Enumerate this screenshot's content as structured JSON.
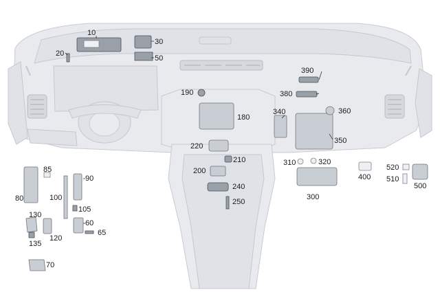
{
  "parts": [
    {
      "id": "p10",
      "label": "10"
    },
    {
      "id": "p20",
      "label": "20"
    },
    {
      "id": "p30",
      "label": "30"
    },
    {
      "id": "p50",
      "label": "50"
    },
    {
      "id": "p60",
      "label": "60"
    },
    {
      "id": "p65",
      "label": "65"
    },
    {
      "id": "p70",
      "label": "70"
    },
    {
      "id": "p80",
      "label": "80"
    },
    {
      "id": "p85",
      "label": "85"
    },
    {
      "id": "p90",
      "label": "90"
    },
    {
      "id": "p100",
      "label": "100"
    },
    {
      "id": "p105",
      "label": "105"
    },
    {
      "id": "p120",
      "label": "120"
    },
    {
      "id": "p130",
      "label": "130"
    },
    {
      "id": "p135",
      "label": "135"
    },
    {
      "id": "p180",
      "label": "180"
    },
    {
      "id": "p190",
      "label": "190"
    },
    {
      "id": "p200",
      "label": "200"
    },
    {
      "id": "p210",
      "label": "210"
    },
    {
      "id": "p220",
      "label": "220"
    },
    {
      "id": "p240",
      "label": "240"
    },
    {
      "id": "p250",
      "label": "250"
    },
    {
      "id": "p300",
      "label": "300"
    },
    {
      "id": "p310",
      "label": "310"
    },
    {
      "id": "p320",
      "label": "320"
    },
    {
      "id": "p340",
      "label": "340"
    },
    {
      "id": "p350",
      "label": "350"
    },
    {
      "id": "p360",
      "label": "360"
    },
    {
      "id": "p380",
      "label": "380"
    },
    {
      "id": "p390",
      "label": "390"
    },
    {
      "id": "p400",
      "label": "400"
    },
    {
      "id": "p500",
      "label": "500"
    },
    {
      "id": "p510",
      "label": "510"
    },
    {
      "id": "p520",
      "label": "520"
    }
  ],
  "colors": {
    "dashboard": "#e8eaee",
    "dashboard_outline": "#c7cbd2",
    "component": "#c9cdd4",
    "label_text": "#1a1a1a"
  }
}
